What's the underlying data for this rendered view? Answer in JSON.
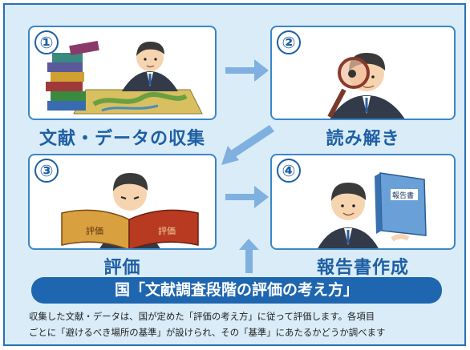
{
  "steps": [
    {
      "number": "①",
      "label": "文献・データの収集"
    },
    {
      "number": "②",
      "label": "読み解き"
    },
    {
      "number": "③",
      "label": "評価"
    },
    {
      "number": "④",
      "label": "報告書作成"
    }
  ],
  "banner": "国「文献調査段階の評価の考え方」",
  "description": {
    "line1": "収集した文献・データは、国が定めた「評価の考え方」に従って評価します。各項目",
    "line2": "ごとに「避けるべき場所の基準」が設けられ、その「基準」にあたるかどうか調べます"
  },
  "illustration_text": {
    "book_left": "評価",
    "book_right": "評価",
    "report": "報告書"
  },
  "colors": {
    "accent": "#1e5fa3",
    "arrow": "#7fb0e0",
    "background": "#d9ecf8"
  }
}
